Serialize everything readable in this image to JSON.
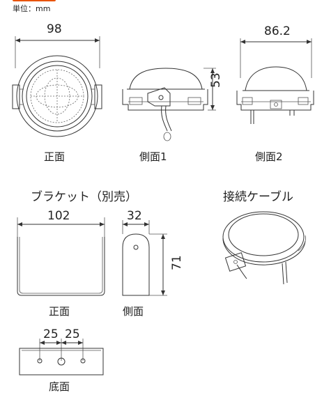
{
  "header": {
    "partial_title": "",
    "unit_label": "単位：mm",
    "accent_color": "#e8540c"
  },
  "views": {
    "front": {
      "width": "98",
      "caption": "正面"
    },
    "side1": {
      "height": "53",
      "caption": "側面1"
    },
    "side2": {
      "width": "86.2",
      "caption": "側面2"
    }
  },
  "bracket": {
    "title": "ブラケット（別売）",
    "front": {
      "width": "102",
      "caption": "正面"
    },
    "side": {
      "width": "32",
      "height": "71",
      "caption": "側面"
    },
    "bottom": {
      "spacing_left": "25",
      "spacing_right": "25",
      "caption": "底面"
    }
  },
  "cable": {
    "title": "接続ケーブル"
  }
}
